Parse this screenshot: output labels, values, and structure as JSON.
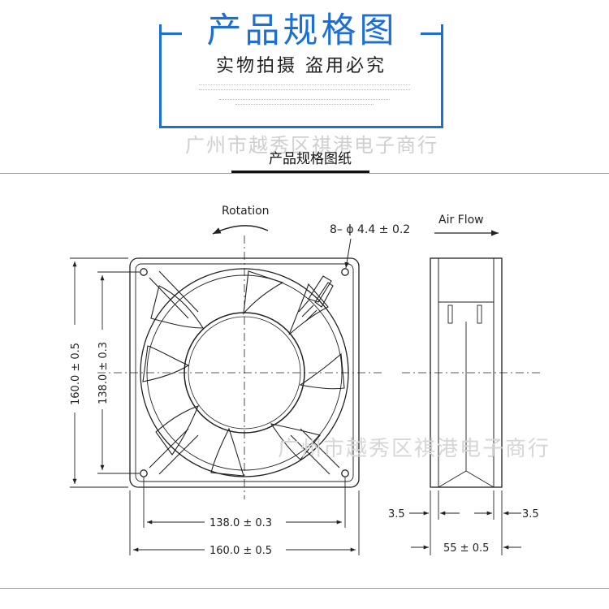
{
  "header": {
    "title": "产品规格图",
    "subtitle": "实物拍摄 盗用必究",
    "watermark": "广州市越秀区祺港电子商行",
    "section_title": "产品规格图纸"
  },
  "front_view": {
    "rotation_label": "Rotation",
    "hole_spec": "8– ϕ 4.4 ± 0.2",
    "height_outer": "160.0 ± 0.5",
    "height_inner": "138.0 ± 0.3",
    "width_inner": "138.0 ± 0.3",
    "width_outer": "160.0 ± 0.5"
  },
  "side_view": {
    "airflow_label": "Air Flow",
    "flange_left": "3.5",
    "flange_right": "3.5",
    "depth": "55 ± 0.5"
  },
  "colors": {
    "accent": "#1c6fd6",
    "line": "#222222",
    "watermark": "#cfcfcf"
  }
}
